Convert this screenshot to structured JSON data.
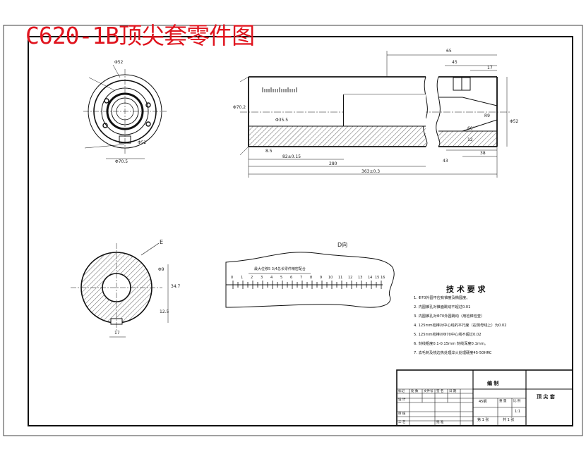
{
  "drawing": {
    "title": "C620-1B顶尖套零件图",
    "view_label_e": "E",
    "view_label_d": "D向",
    "scale_note": "最大位移5 3/4总长零件精密配合",
    "dimension_labels": {
      "d1": "Φ70.5",
      "d2": "Φ52",
      "d3": "Φ52",
      "d4": "Φ70.2",
      "d5": "Φ35.5",
      "d6": "8.5",
      "d7": "82±0.15",
      "d8": "280",
      "d9": "363±0.3",
      "d10": "65",
      "d11": "45",
      "d12": "17",
      "d13": "R9",
      "d14": "Φ52",
      "d15": "12",
      "d16": "38",
      "d17": "43",
      "d18": "60°",
      "d19": "Φ9",
      "d20": "34.7",
      "d21": "17",
      "d22": "12.5"
    },
    "ruler_ticks": [
      "0",
      "1",
      "2",
      "3",
      "4",
      "5",
      "6",
      "7",
      "8",
      "9",
      "10",
      "11",
      "12",
      "13",
      "14",
      "15",
      "16"
    ],
    "technical_requirements": {
      "heading": "技 术 要 求",
      "items": [
        "1. Φ70外圆不应有锥度及椭圆度。",
        "2. 内圆锥孔对锥面跳动不超过0.01",
        "3. 内圆锥孔对Φ70外圆跳动（用检棒检查）",
        "4. 125mm检棒对中心线的平行度（在侧母线上）为0.02",
        "5. 125mm检棒对Φ70中心线不超过0.02",
        "6. 刻线粗度0.1-0.15mm 刻线深度0.1mm。",
        "7. 去毛刺及锐边热处理淬火处理硬度45-50HRC"
      ]
    },
    "title_block": {
      "part_name": "顶 尖 套",
      "compiled": "编 制",
      "material": "45钢",
      "drawn": "设 计",
      "checked": "审 核",
      "process": "工 艺",
      "approved": "批 准",
      "sheets": "共 1 张",
      "sheet_no": "第 1 张",
      "scale": "1:1",
      "weight": "重 量",
      "ratio": "比 例",
      "mark": "标记",
      "qty": "处 数",
      "doc": "文件号",
      "sign": "签 名",
      "date": "日 期"
    }
  }
}
